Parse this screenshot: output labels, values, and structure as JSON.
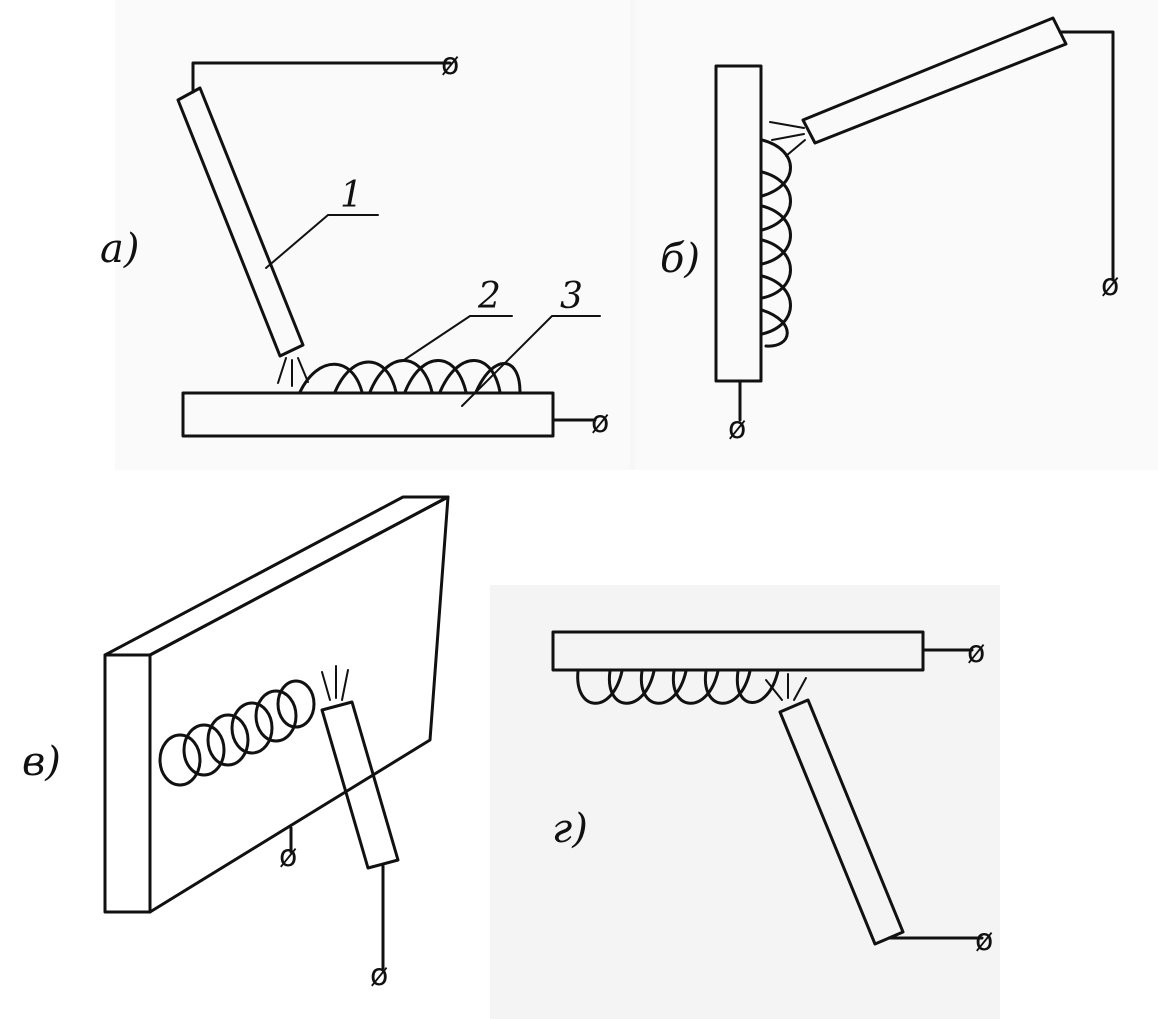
{
  "panels": {
    "a": {
      "label": "а)",
      "callouts": {
        "electrode": "1",
        "weld_bead": "2",
        "base_metal": "3"
      }
    },
    "b": {
      "label": "б)"
    },
    "v": {
      "label": "в)"
    },
    "g": {
      "label": "г)"
    }
  },
  "terminal_symbol": "ø"
}
